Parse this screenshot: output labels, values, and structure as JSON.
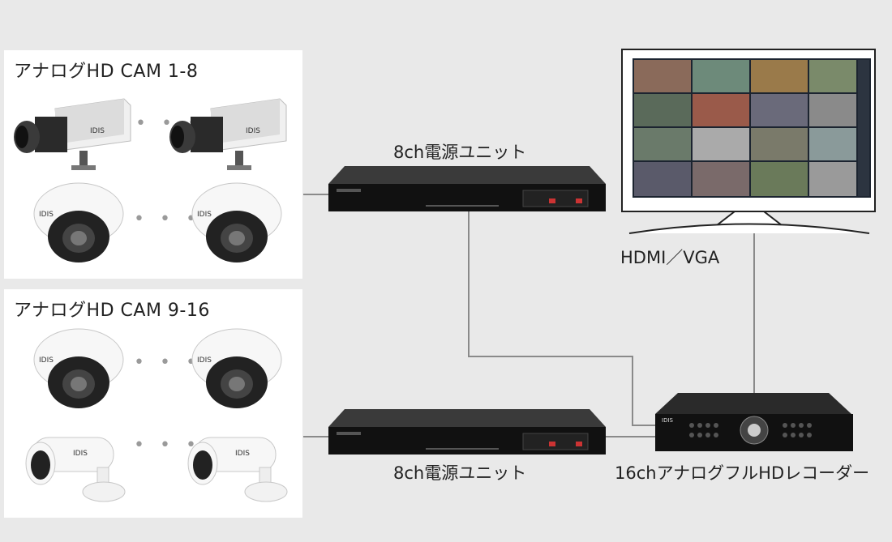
{
  "groups": [
    {
      "title": "アナログHD CAM 1-8"
    },
    {
      "title": "アナログHD CAM 9-16"
    }
  ],
  "power_units": [
    {
      "label": "8ch電源ユニット"
    },
    {
      "label": "8ch電源ユニット"
    }
  ],
  "connection_label": "HDMI／VGA",
  "recorder_label": "16chアナログフルHDレコーダー",
  "camera_brand": "IDIS",
  "dots": "• • • •",
  "colors": {
    "background": "#e9e9e9",
    "panel": "#ffffff",
    "line": "#8a8a8a",
    "device": "#1a1a1a"
  }
}
